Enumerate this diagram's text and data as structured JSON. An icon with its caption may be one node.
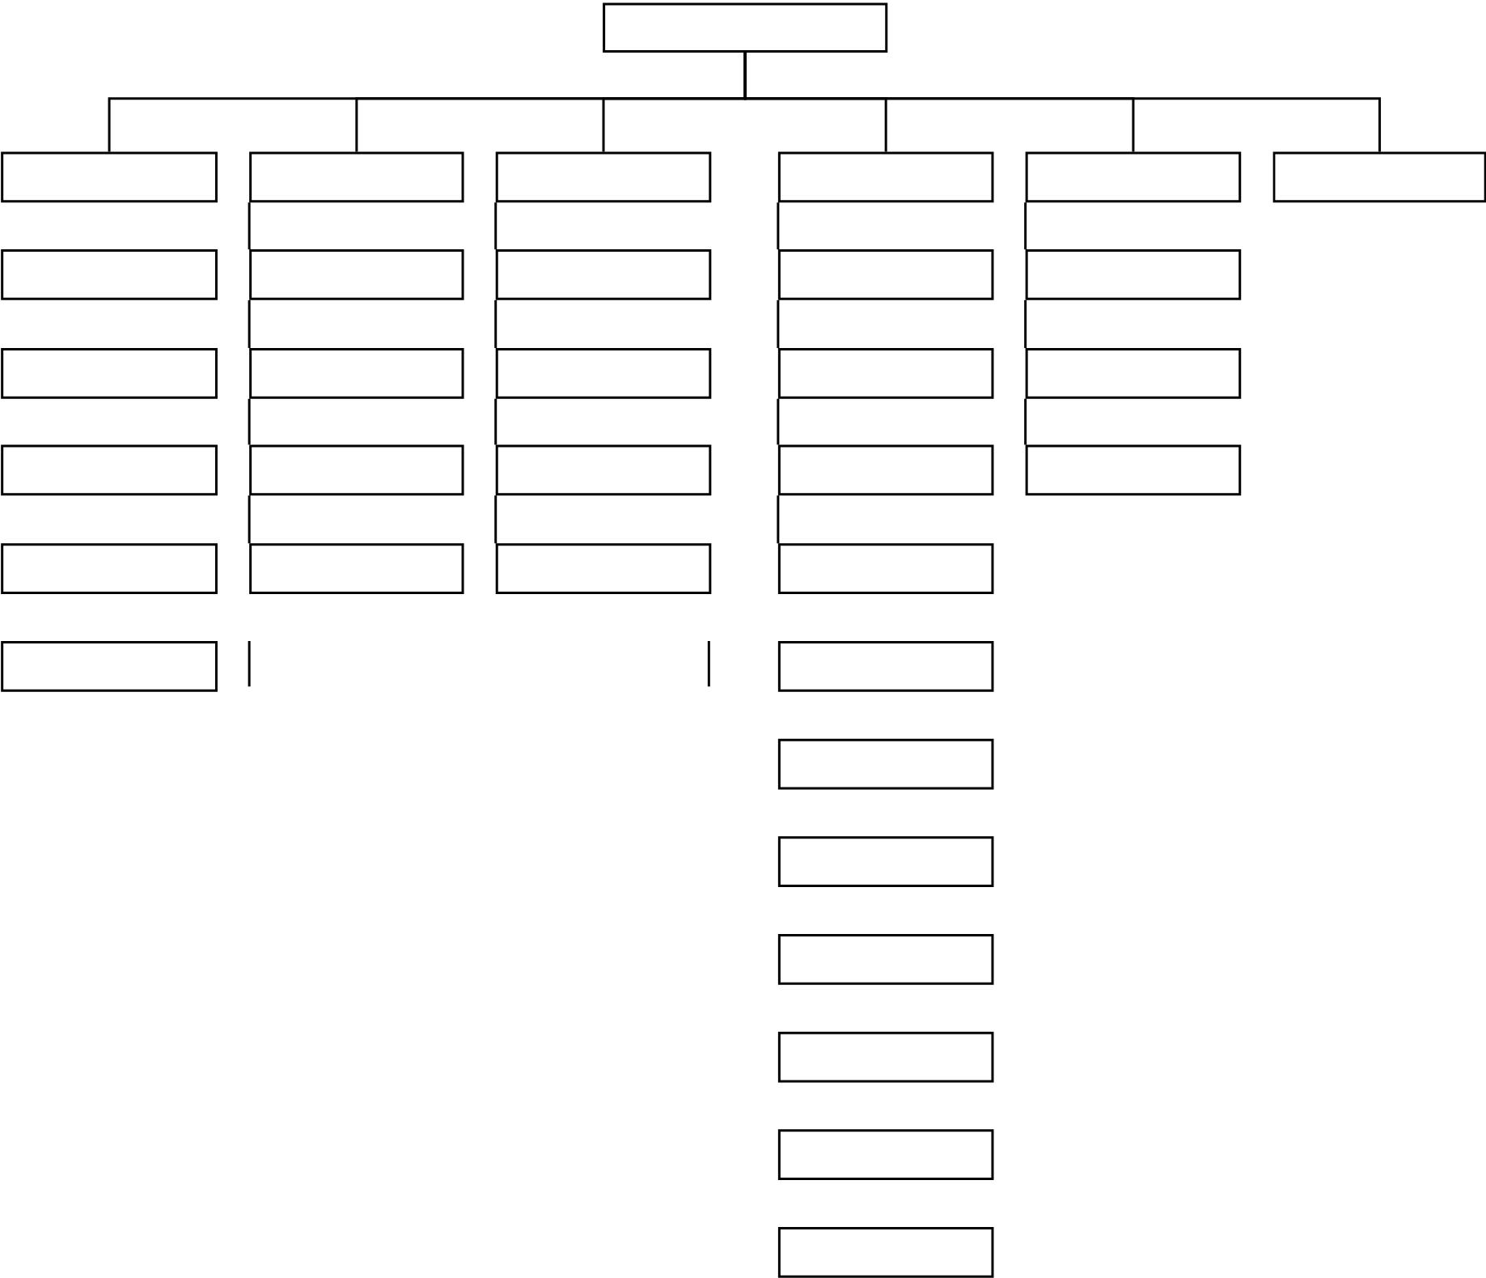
{
  "diagram": {
    "nodes": [
      {
        "text": [],
        "shape": "box"
      },
      {
        "text": [],
        "shape": "box"
      },
      {
        "text": [],
        "shape": "box"
      },
      {
        "text": [],
        "shape": "box"
      },
      {
        "text": [],
        "shape": "box"
      },
      {
        "text": [],
        "shape": "box"
      },
      {
        "text": [],
        "shape": "box"
      },
      {
        "text": [],
        "shape": "box"
      },
      {
        "text": [],
        "shape": "box"
      },
      {
        "text": [],
        "shape": "box"
      },
      {
        "text": [],
        "shape": "box"
      },
      {
        "text": [],
        "shape": "box"
      },
      {
        "text": [],
        "shape": "box"
      },
      {
        "text": [],
        "shape": "box"
      },
      {
        "text": [],
        "shape": "box"
      },
      {
        "text": [],
        "shape": "box"
      },
      {
        "text": [],
        "shape": "box"
      },
      {
        "text": [],
        "shape": "box"
      },
      {
        "text": [],
        "shape": "box"
      },
      {
        "text": [],
        "shape": "box"
      },
      {
        "text": [],
        "shape": "box"
      },
      {
        "text": [],
        "shape": "box"
      },
      {
        "text": [],
        "shape": "box"
      },
      {
        "text": [],
        "shape": "box"
      },
      {
        "text": [],
        "shape": "box"
      },
      {
        "text": [],
        "shape": "box"
      },
      {
        "text": [],
        "shape": "box"
      },
      {
        "text": [],
        "shape": "box"
      },
      {
        "text": [],
        "shape": "box"
      },
      {
        "text": [],
        "shape": "box"
      },
      {
        "text": [],
        "shape": "box"
      },
      {
        "text": [],
        "shape": "box"
      },
      {
        "text": [],
        "shape": "box"
      },
      {
        "text": [],
        "shape": "box"
      }
    ],
    "edges": [
      {
        "from": 0,
        "to": 1,
        "arrow": "none"
      },
      {
        "from": 0,
        "to": 7,
        "arrow": "none"
      },
      {
        "from": 0,
        "to": 12,
        "arrow": "none"
      },
      {
        "from": 0,
        "to": 17,
        "arrow": "none"
      },
      {
        "from": 0,
        "to": 29,
        "arrow": "none"
      },
      {
        "from": 0,
        "to": 33,
        "arrow": "none"
      },
      {
        "from": 7,
        "to": 8,
        "arrow": "none"
      },
      {
        "from": 8,
        "to": 9,
        "arrow": "none"
      },
      {
        "from": 9,
        "to": 10,
        "arrow": "none"
      },
      {
        "from": 10,
        "to": 11,
        "arrow": "none"
      },
      {
        "from": 12,
        "to": 13,
        "arrow": "none"
      },
      {
        "from": 13,
        "to": 14,
        "arrow": "none"
      },
      {
        "from": 14,
        "to": 15,
        "arrow": "none"
      },
      {
        "from": 15,
        "to": 16,
        "arrow": "none"
      },
      {
        "from": 17,
        "to": 18,
        "arrow": "none"
      },
      {
        "from": 18,
        "to": 19,
        "arrow": "none"
      },
      {
        "from": 19,
        "to": 20,
        "arrow": "none"
      },
      {
        "from": 20,
        "to": 21,
        "arrow": "none"
      },
      {
        "from": 29,
        "to": 30,
        "arrow": "none"
      },
      {
        "from": 30,
        "to": 31,
        "arrow": "none"
      },
      {
        "from": 31,
        "to": 32,
        "arrow": "none"
      }
    ]
  }
}
